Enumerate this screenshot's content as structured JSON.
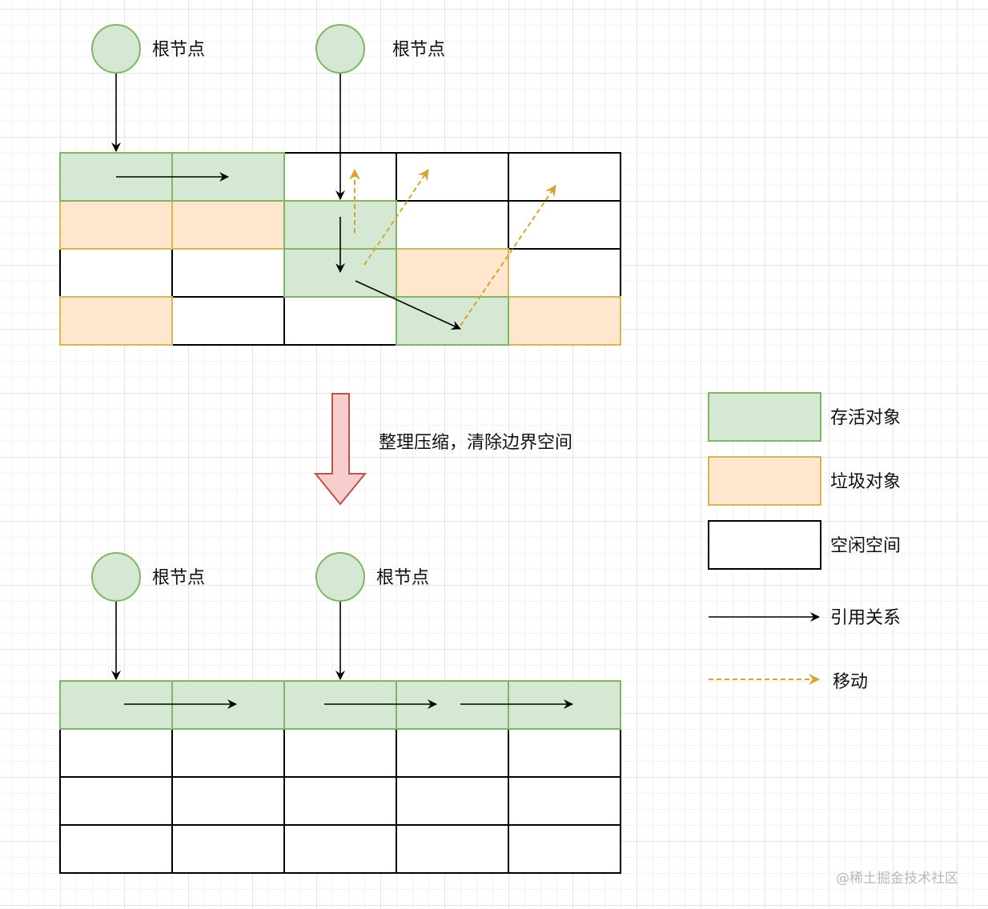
{
  "colors": {
    "live_fill": "#d5e8d4",
    "live_stroke": "#82b366",
    "garbage_fill": "#ffe6cc",
    "garbage_stroke": "#d6b656",
    "free_fill": "#ffffff",
    "free_stroke": "#000000",
    "ref_arrow": "#000000",
    "move_arrow": "#d6a336",
    "big_arrow_fill": "#f8cecc",
    "big_arrow_stroke": "#b85450"
  },
  "top": {
    "roots": [
      {
        "label": "根节点"
      },
      {
        "label": "根节点"
      }
    ],
    "grid": [
      [
        "live",
        "live",
        "free",
        "free",
        "free"
      ],
      [
        "garbage",
        "garbage",
        "live",
        "free",
        "free"
      ],
      [
        "free",
        "free",
        "live",
        "garbage",
        "free"
      ],
      [
        "garbage",
        "free",
        "free",
        "live",
        "garbage"
      ]
    ]
  },
  "transition": {
    "label": "整理压缩，清除边界空间"
  },
  "bottom": {
    "roots": [
      {
        "label": "根节点"
      },
      {
        "label": "根节点"
      }
    ],
    "grid": [
      [
        "live",
        "live",
        "live",
        "live",
        "live"
      ],
      [
        "free",
        "free",
        "free",
        "free",
        "free"
      ],
      [
        "free",
        "free",
        "free",
        "free",
        "free"
      ],
      [
        "free",
        "free",
        "free",
        "free",
        "free"
      ]
    ]
  },
  "legend": {
    "live": "存活对象",
    "garbage": "垃圾对象",
    "free": "空闲空间",
    "reference": "引用关系",
    "move": "移动"
  },
  "watermark": "@稀土掘金技术社区"
}
